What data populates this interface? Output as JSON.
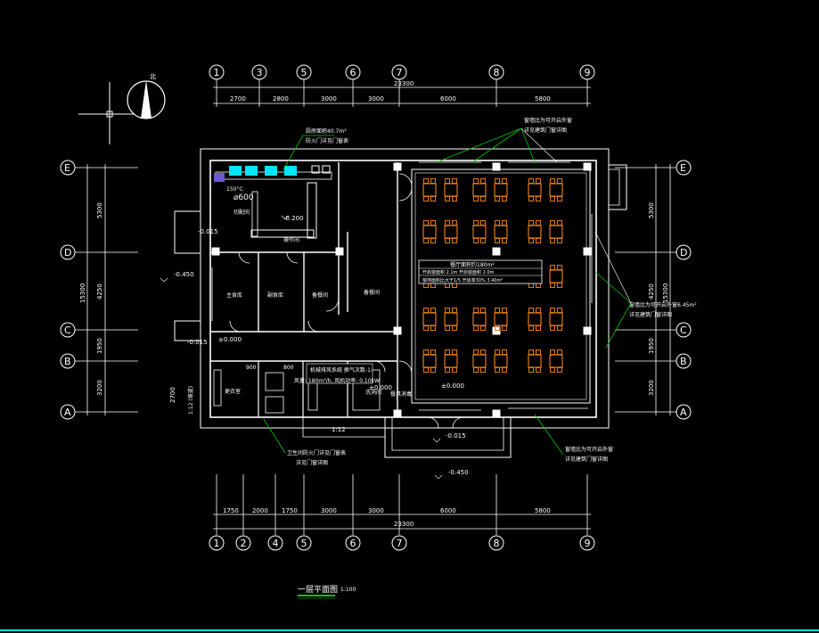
{
  "north": {
    "label": "北"
  },
  "axes_top": [
    "1",
    "3",
    "5",
    "6",
    "7",
    "8",
    "9"
  ],
  "axes_bottom": [
    "1",
    "2",
    "4",
    "5",
    "6",
    "7",
    "8",
    "9"
  ],
  "axes_side": [
    "E",
    "D",
    "C",
    "B",
    "A"
  ],
  "dims_top": {
    "total": "23300",
    "segments": [
      "2700",
      "2800",
      "3000",
      "3000",
      "6000",
      "5800"
    ]
  },
  "dims_bottom": {
    "total": "23300",
    "segments": [
      "1750",
      "2000",
      "1750",
      "3000",
      "3000",
      "6000",
      "5800"
    ]
  },
  "dims_left": {
    "total": "15300",
    "segments": [
      "5300",
      "4250",
      "1950",
      "3200"
    ],
    "extra": "2700"
  },
  "dims_right": {
    "total": "15300",
    "segments": [
      "5300",
      "4250",
      "1950",
      "3200"
    ]
  },
  "levels": [
    "-0.015",
    "-0.200",
    "-0.450",
    "±0.000",
    "-0.015",
    "±0.000",
    "±0.000",
    "-0.015",
    "-0.450"
  ],
  "rooms": [
    "操作间",
    "切配间",
    "主食库",
    "副食库",
    "备餐间",
    "备餐间",
    "更衣室",
    "洗消间",
    "餐具消毒"
  ],
  "annotations": {
    "kitchen_area": "厨房面积40.7m²",
    "kitchen_door": "防火门详见门窗表",
    "hood": "⌀600",
    "kitchen_note": "150°C",
    "window_note_top": "窗墙比为可开启外窗",
    "window_note_top2": "详见建筑门窗详图",
    "window_note_right": "窗墙比为可开启外窗6.45m²",
    "window_note_right2": "详见建筑门窗详图",
    "window_note_bottom": "窗墙比为可开启外窗",
    "window_note_bottom2": "详见建筑门窗详图",
    "hall_info1": "餐厅面积约180m²",
    "hall_info2": "开启窗面积 2.1m 开启窗面积 2.0m",
    "hall_info3": "窗地面积比大于1/5 开启率30%  3.40m²",
    "vent_info": "机械排风系统 换气次数-1:",
    "vent_rate": "风量: 180m³/h, 风机功率: 0.10kW",
    "toilet_door": "卫生间防火门详见门窗表",
    "toilet_door2": "详见门窗详图",
    "ramp": "1:12",
    "ramp_side": "1:12 (坡道)",
    "width_900": "900",
    "width_800": "800"
  },
  "title": {
    "text": "一层平面图",
    "scale": "1:100"
  }
}
